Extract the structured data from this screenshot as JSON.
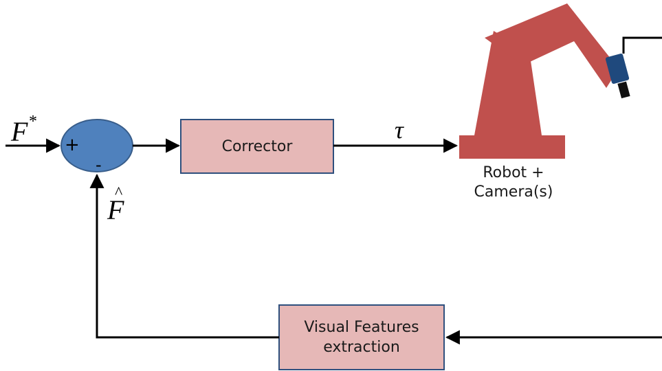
{
  "blocks": {
    "corrector": "Corrector",
    "visual_features": "Visual Features\nextraction",
    "robot_caption": "Robot +\nCamera(s)"
  },
  "symbols": {
    "reference": "F",
    "reference_superscript": "*",
    "control_signal": "τ",
    "feedback": "F",
    "feedback_accent": "^",
    "plus_sign": "+",
    "minus_sign": "-"
  },
  "colors": {
    "block_fill": "#e6b8b7",
    "block_border": "#2e4f7d",
    "summing_fill": "#4f81bd",
    "summing_border": "#385d8a",
    "robot_fill": "#c0504d",
    "camera_fill": "#1f497d",
    "line": "#000000"
  }
}
